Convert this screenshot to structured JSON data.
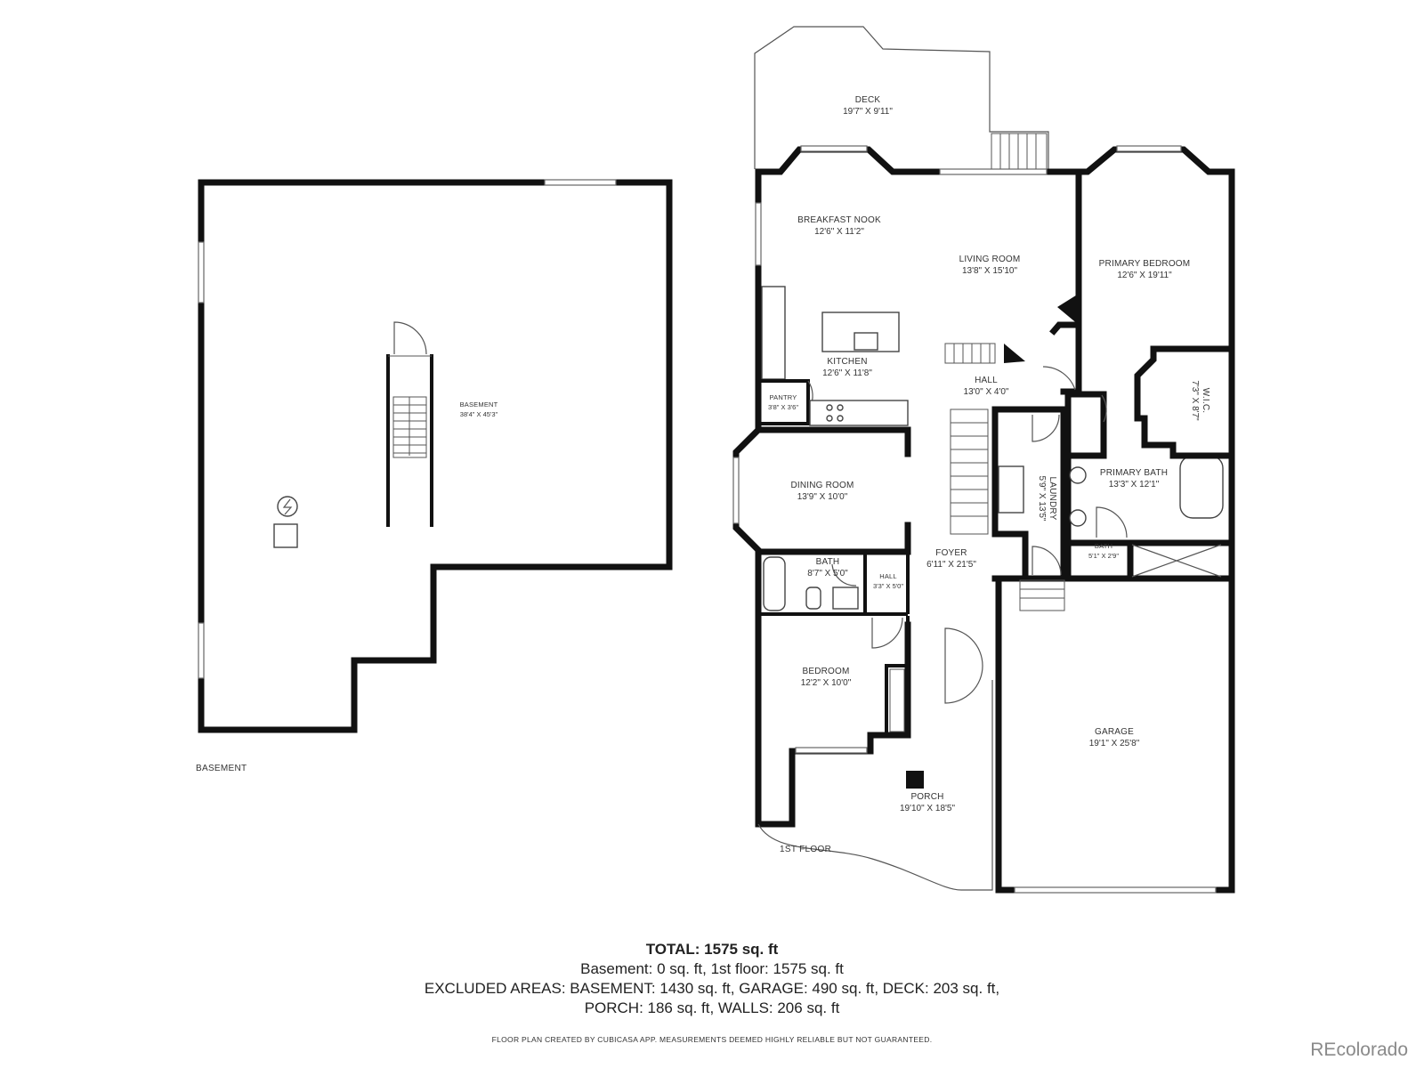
{
  "floor_labels": {
    "basement": "BASEMENT",
    "first": "1ST FLOOR"
  },
  "rooms": {
    "basement": {
      "name": "BASEMENT",
      "dim": "38'4\" X 45'3\""
    },
    "deck": {
      "name": "DECK",
      "dim": "19'7\" X 9'11\""
    },
    "breakfast_nook": {
      "name": "BREAKFAST NOOK",
      "dim": "12'6\" X 11'2\""
    },
    "living_room": {
      "name": "LIVING ROOM",
      "dim": "13'8\" X 15'10\""
    },
    "primary_bedroom": {
      "name": "PRIMARY BEDROOM",
      "dim": "12'6\" X 19'11\""
    },
    "kitchen": {
      "name": "KITCHEN",
      "dim": "12'6\" X 11'8\""
    },
    "hall_main": {
      "name": "HALL",
      "dim": "13'0\" X 4'0\""
    },
    "pantry": {
      "name": "PANTRY",
      "dim": "3'8\" X 3'6\""
    },
    "wic": {
      "name": "W.I.C.",
      "dim": "7'3\" X 8'7\""
    },
    "dining_room": {
      "name": "DINING ROOM",
      "dim": "13'9\" X 10'0\""
    },
    "laundry": {
      "name": "LAUNDRY",
      "dim": "5'9\" X 13'5\""
    },
    "primary_bath": {
      "name": "PRIMARY BATH",
      "dim": "13'3\" X 12'1\""
    },
    "bath": {
      "name": "BATH",
      "dim": "8'7\" X 5'0\""
    },
    "hall_small": {
      "name": "HALL",
      "dim": "3'3\" X 5'0\""
    },
    "foyer": {
      "name": "FOYER",
      "dim": "6'11\" X 21'5\""
    },
    "bath_small": {
      "name": "BATH",
      "dim": "5'1\" X 2'9\""
    },
    "bedroom": {
      "name": "BEDROOM",
      "dim": "12'2\" X 10'0\""
    },
    "garage": {
      "name": "GARAGE",
      "dim": "19'1\" X 25'8\""
    },
    "porch": {
      "name": "PORCH",
      "dim": "19'10\" X 18'5\""
    }
  },
  "summary": {
    "total": "TOTAL: 1575 sq. ft",
    "line1": "Basement: 0 sq. ft, 1st floor: 1575 sq. ft",
    "line2": "EXCLUDED AREAS: BASEMENT: 1430 sq. ft, GARAGE: 490 sq. ft, DECK: 203 sq. ft,",
    "line3": "PORCH: 186 sq. ft, WALLS: 206 sq. ft"
  },
  "disclaimer": "FLOOR PLAN CREATED BY CUBICASA APP. MEASUREMENTS DEEMED HIGHLY RELIABLE BUT NOT GUARANTEED.",
  "brand": "REcolorado"
}
